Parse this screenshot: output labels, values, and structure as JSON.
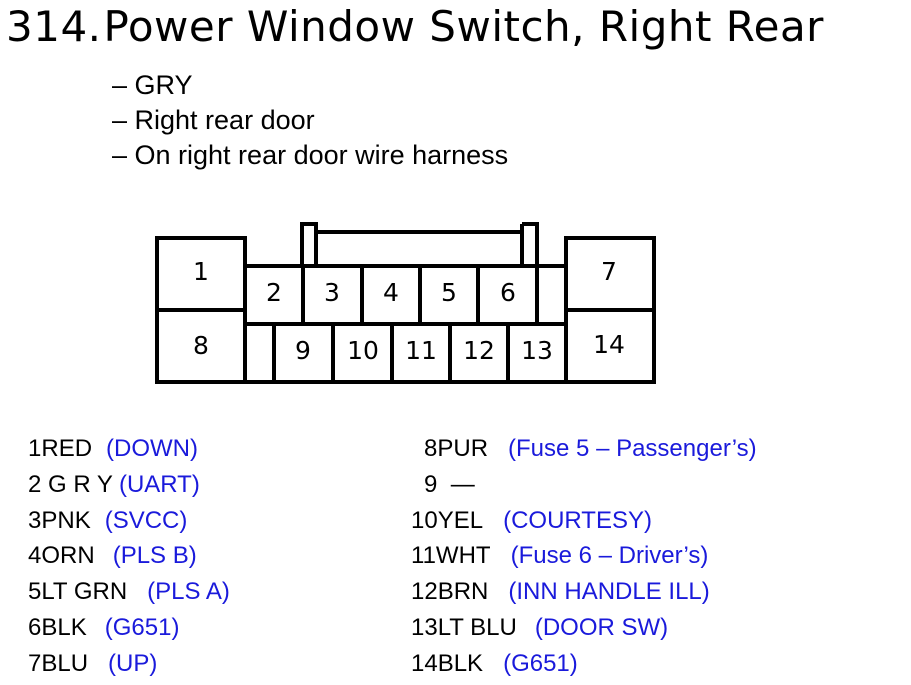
{
  "title": {
    "number": "314.",
    "text": "Power Window Switch, Right Rear"
  },
  "notes": [
    "– GRY",
    "– Right rear door",
    "– On right rear door wire harness"
  ],
  "connector": {
    "top_pins": [
      "1",
      "2",
      "3",
      "4",
      "5",
      "6",
      "7"
    ],
    "bottom_pins": [
      "8",
      "9",
      "10",
      "11",
      "12",
      "13",
      "14"
    ]
  },
  "pins_left": [
    {
      "pin": "1",
      "wire": "RED",
      "desc": "(DOWN)"
    },
    {
      "pin": "2",
      "wire": "G R Y",
      "desc": "(UART)"
    },
    {
      "pin": "3",
      "wire": "PNK",
      "desc": "(SVCC)"
    },
    {
      "pin": "4",
      "wire": "ORN",
      "desc": "(PLS B)"
    },
    {
      "pin": "5",
      "wire": "LT GRN",
      "desc": "(PLS A)"
    },
    {
      "pin": "6",
      "wire": "BLK",
      "desc": "(G651)"
    },
    {
      "pin": "7",
      "wire": "BLU",
      "desc": "(UP)"
    }
  ],
  "pins_right": [
    {
      "pin": "8",
      "wire": "PUR",
      "desc": "(Fuse 5 – Passenger’s)"
    },
    {
      "pin": "9",
      "wire": " —",
      "desc": ""
    },
    {
      "pin": "10",
      "wire": "YEL",
      "desc": "(COURTESY)"
    },
    {
      "pin": "11",
      "wire": "WHT",
      "desc": "(Fuse 6 – Driver’s)"
    },
    {
      "pin": "12",
      "wire": "BRN",
      "desc": "(INN HANDLE ILL)"
    },
    {
      "pin": "13",
      "wire": "LT BLU",
      "desc": "(DOOR SW)"
    },
    {
      "pin": "14",
      "wire": "BLK",
      "desc": "(G651)"
    }
  ],
  "colors": {
    "text": "#000000",
    "description": "#1a1adb",
    "outline": "#000000"
  }
}
